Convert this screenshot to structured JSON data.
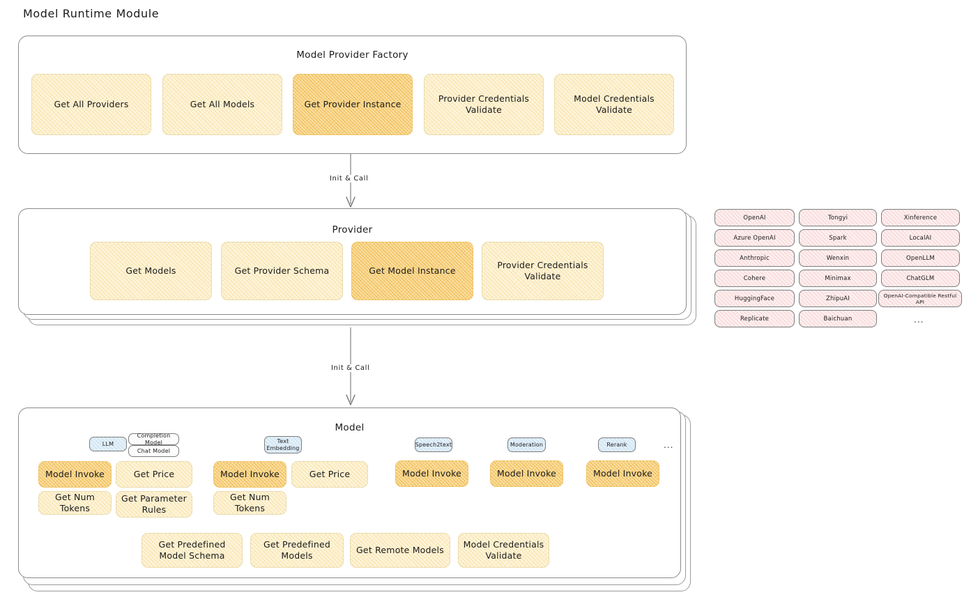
{
  "page": {
    "title": "Model Runtime Module"
  },
  "sections": [
    {
      "id": "model-provider-factory",
      "title": "Model Provider Factory",
      "methods": [
        {
          "label": "Get All Providers",
          "highlighted": false
        },
        {
          "label": "Get All Models",
          "highlighted": false
        },
        {
          "label": "Get Provider Instance",
          "highlighted": true
        },
        {
          "label": "Provider Credentials Validate",
          "highlighted": false
        },
        {
          "label": "Model Credentials Validate",
          "highlighted": false
        }
      ]
    },
    {
      "id": "provider",
      "title": "Provider",
      "methods": [
        {
          "label": "Get Models",
          "highlighted": false
        },
        {
          "label": "Get Provider Schema",
          "highlighted": false
        },
        {
          "label": "Get Model Instance",
          "highlighted": true
        },
        {
          "label": "Provider Credentials Validate",
          "highlighted": false
        }
      ]
    },
    {
      "id": "model",
      "title": "Model",
      "shared_methods": [
        {
          "label": "Get Predefined Model Schema",
          "highlighted": false
        },
        {
          "label": "Get Predefined Models",
          "highlighted": false
        },
        {
          "label": "Get Remote Models",
          "highlighted": false
        },
        {
          "label": "Model Credentials Validate",
          "highlighted": false
        }
      ]
    }
  ],
  "connectors": [
    {
      "label": "Init & Call",
      "from": "model-provider-factory",
      "to": "provider"
    },
    {
      "label": "Init & Call",
      "from": "provider",
      "to": "model"
    }
  ],
  "provider_list": {
    "columns": [
      {
        "items": [
          "OpenAI",
          "Azure OpenAI",
          "Anthropic",
          "Cohere",
          "HuggingFace",
          "Replicate"
        ]
      },
      {
        "items": [
          "Tongyi",
          "Spark",
          "Wenxin",
          "Minimax",
          "ZhipuAI",
          "Baichuan"
        ]
      },
      {
        "items": [
          "Xinference",
          "LocalAI",
          "OpenLLM",
          "ChatGLM",
          "OpenAI-Compatible Restful API"
        ]
      }
    ],
    "more_label": "..."
  },
  "model_types": [
    {
      "name": "LLM",
      "subtypes": [
        "Completion Model",
        "Chat Model"
      ],
      "methods": [
        {
          "label": "Model Invoke",
          "highlighted": true
        },
        {
          "label": "Get Price",
          "highlighted": false
        },
        {
          "label": "Get Num Tokens",
          "highlighted": false
        },
        {
          "label": "Get Parameter Rules",
          "highlighted": false
        }
      ]
    },
    {
      "name": "Text Embedding",
      "subtypes": [],
      "methods": [
        {
          "label": "Model Invoke",
          "highlighted": true
        },
        {
          "label": "Get Price",
          "highlighted": false
        },
        {
          "label": "Get Num Tokens",
          "highlighted": false
        }
      ]
    },
    {
      "name": "Speech2text",
      "subtypes": [],
      "methods": [
        {
          "label": "Model Invoke",
          "highlighted": true
        }
      ]
    },
    {
      "name": "Moderation",
      "subtypes": [],
      "methods": [
        {
          "label": "Model Invoke",
          "highlighted": true
        }
      ]
    },
    {
      "name": "Rerank",
      "subtypes": [],
      "methods": [
        {
          "label": "Model Invoke",
          "highlighted": true
        }
      ]
    }
  ],
  "model_types_more": "...",
  "colors": {
    "method_fill": "#fdf4da",
    "method_fill_highlight": "#fbe0a4",
    "provider_chip_fill": "#fdeeee",
    "model_type_chip_fill": "#e3f0f9",
    "card_border": "#8a8a8a",
    "text": "#1b1b1b"
  }
}
